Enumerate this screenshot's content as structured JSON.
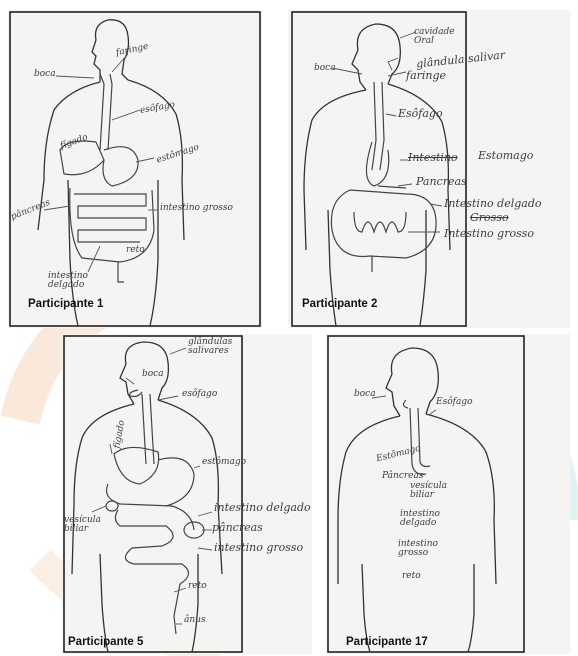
{
  "panels": [
    {
      "caption": "Participante 1",
      "labels": [
        "boca",
        "faringe",
        "esôfago",
        "fígado",
        "estômago",
        "pâncreas",
        "intestino grosso",
        "reto",
        "intestino delgado"
      ]
    },
    {
      "caption": "Participante 2",
      "labels": [
        "cavidade Oral",
        "glândula salivar",
        "boca",
        "faringe",
        "Esôfago",
        "Intestino",
        "Estomago",
        "Pancreas",
        "Intestino delgado",
        "Grosso",
        "Intestino grosso"
      ]
    },
    {
      "caption": "Participante 5",
      "labels": [
        "glândulas salivares",
        "boca",
        "esôfago",
        "fígado",
        "estômago",
        "vesícula biliar",
        "intestino delgado",
        "pâncreas",
        "intestino grosso",
        "reto",
        "ânus"
      ]
    },
    {
      "caption": "Participante 17",
      "labels": [
        "boca",
        "Esôfago",
        "Estômago",
        "Pâncreas",
        "vesícula biliar",
        "intestino delgado",
        "intestino grosso",
        "reto"
      ]
    }
  ],
  "colors": {
    "watermark": "#f3c9a6",
    "watermark2": "#bfe3e0",
    "frame": "#222222"
  }
}
